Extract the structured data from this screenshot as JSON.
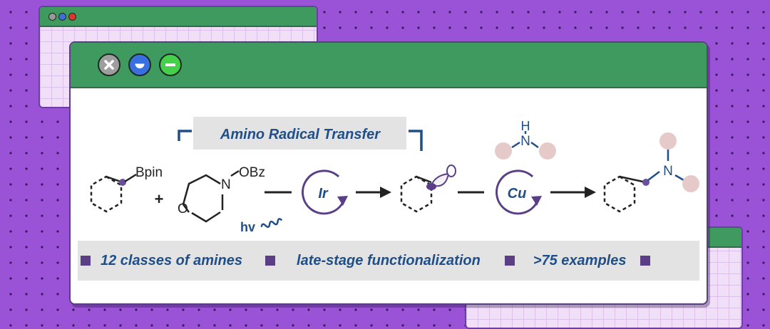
{
  "scheme": {
    "title": "Amino Radical Transfer",
    "reactant1_label": "Bpin",
    "plus": "+",
    "reactant2_substituent": "OBz",
    "reactant2_n": "N",
    "reactant2_o": "O",
    "light_label": "hv",
    "catalyst1": "Ir",
    "catalyst2": "Cu",
    "amine_h": "H",
    "amine_n": "N",
    "product_n": "N"
  },
  "footer": {
    "items": [
      "12 classes of amines",
      "late-stage functionalization",
      ">75 examples"
    ]
  },
  "colors": {
    "background": "#9a52d6",
    "titlebar": "#3f9a5f",
    "accent_blue": "#1f4e88",
    "bullet": "#5a3f88",
    "sphere": "#e6caca"
  }
}
